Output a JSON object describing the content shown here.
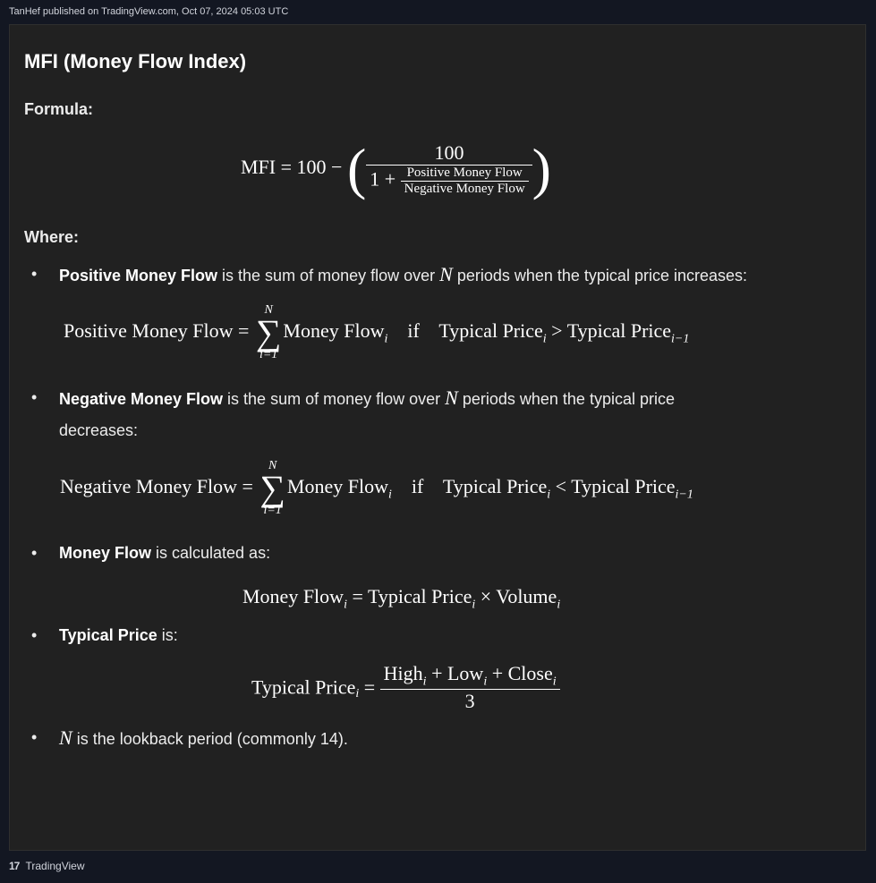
{
  "header": {
    "published": "TanHef published on TradingView.com, Oct 07, 2024 05:03 UTC"
  },
  "card": {
    "title": "MFI (Money Flow Index)",
    "formula_label": "Formula:",
    "where_label": "Where:",
    "main_formula": {
      "lhs": "MFI = 100 −",
      "numerator": "100",
      "den_prefix": "1 +",
      "inner_num": "Positive Money Flow",
      "inner_den": "Negative Money Flow"
    },
    "bullets": [
      {
        "bold": "Positive Money Flow",
        "text": " is the sum of money flow over ",
        "var": "N",
        "text2": " periods when the typical price increases:"
      },
      {
        "bold": "Negative Money Flow",
        "text": " is the sum of money flow over ",
        "var": "N",
        "text2": " periods when the typical price decreases:"
      },
      {
        "bold": "Money Flow",
        "text": " is calculated as:"
      },
      {
        "bold": "Typical Price",
        "text": " is:"
      },
      {
        "var": "N",
        "text": " is the lookback period (commonly 14)."
      }
    ],
    "eq_positive": {
      "lhs": "Positive Money Flow =",
      "upper": "N",
      "lower": "i=1",
      "term": "Money Flow",
      "if": "if",
      "cond_a": "Typical Price",
      "op": ">",
      "cond_b": "Typical Price",
      "sub_i": "i",
      "sub_i1": "i−1"
    },
    "eq_negative": {
      "lhs": "Negative Money Flow =",
      "upper": "N",
      "lower": "i=1",
      "term": "Money Flow",
      "if": "if",
      "cond_a": "Typical Price",
      "op": "<",
      "cond_b": "Typical Price",
      "sub_i": "i",
      "sub_i1": "i−1"
    },
    "eq_moneyflow": {
      "a": "Money Flow",
      "eq": "=",
      "b": "Typical Price",
      "times": "×",
      "c": "Volume",
      "sub": "i"
    },
    "eq_typical": {
      "lhs": "Typical Price",
      "eq": "=",
      "num_a": "High",
      "num_b": "Low",
      "num_c": "Close",
      "plus": "+",
      "den": "3",
      "sub": "i"
    }
  },
  "footer": {
    "logo": "17",
    "brand": "TradingView"
  }
}
